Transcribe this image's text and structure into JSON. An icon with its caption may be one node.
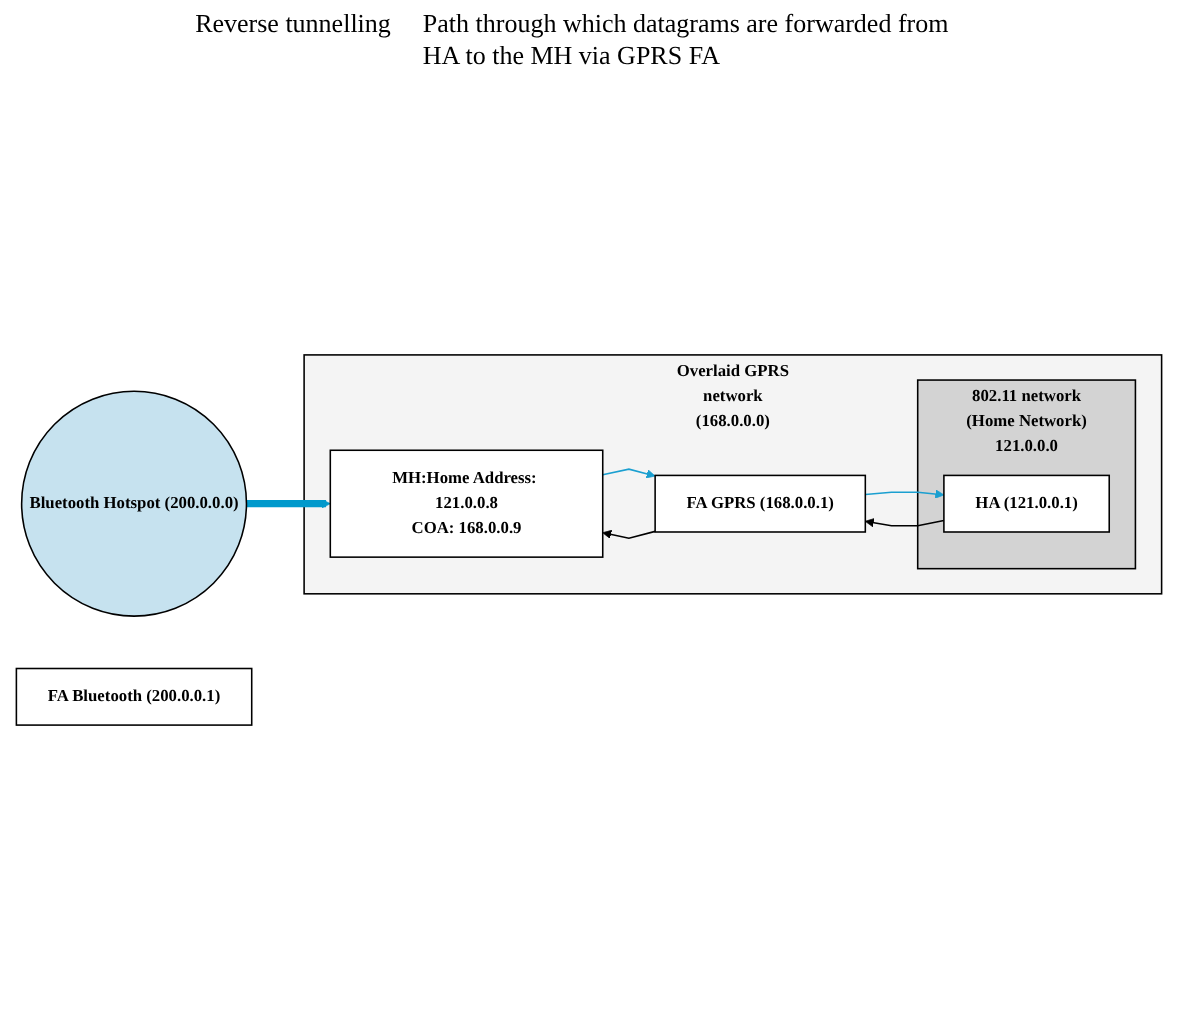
{
  "diagram": {
    "nodes": [
      {
        "text": [
          "Overlaid GPRS network (168.0.0.0)"
        ]
      },
      {
        "text": [
          "MH:Home Address: 121.0.0.8",
          "COA: 168.0.0.9"
        ],
        "in": 0
      },
      {
        "text": [
          "Bluetooth Hotspot (200.0.0.0)"
        ]
      },
      {
        "text": [
          "FA Bluetooth (200.0.0.1)"
        ]
      },
      {
        "text": [
          "FA GPRS (168.0.0.1)"
        ],
        "in": 0
      },
      {
        "text": [
          "802.11 network (Home Network) 121.0.0.0"
        ],
        "in": 0
      },
      {
        "text": [
          "HA (121.0.0.1)"
        ],
        "in": 5
      }
    ],
    "edges": [
      {
        "from": 2,
        "to": 1,
        "arrow": "to",
        "style": "thick",
        "color": "#0099cc"
      },
      {
        "from": 4,
        "to": 1,
        "arrow": "to"
      },
      {
        "from": 1,
        "to": 4,
        "arrow": "to",
        "color": "#1a9fd0"
      },
      {
        "from": 4,
        "to": 6,
        "arrow": "to",
        "color": "#1a9fd0"
      },
      {
        "from": 6,
        "to": 4,
        "arrow": "to"
      }
    ],
    "labels": [
      "Reverse tunnelling",
      "Path through which datagrams are forwarded from HA to the MH via GPRS FA"
    ]
  }
}
